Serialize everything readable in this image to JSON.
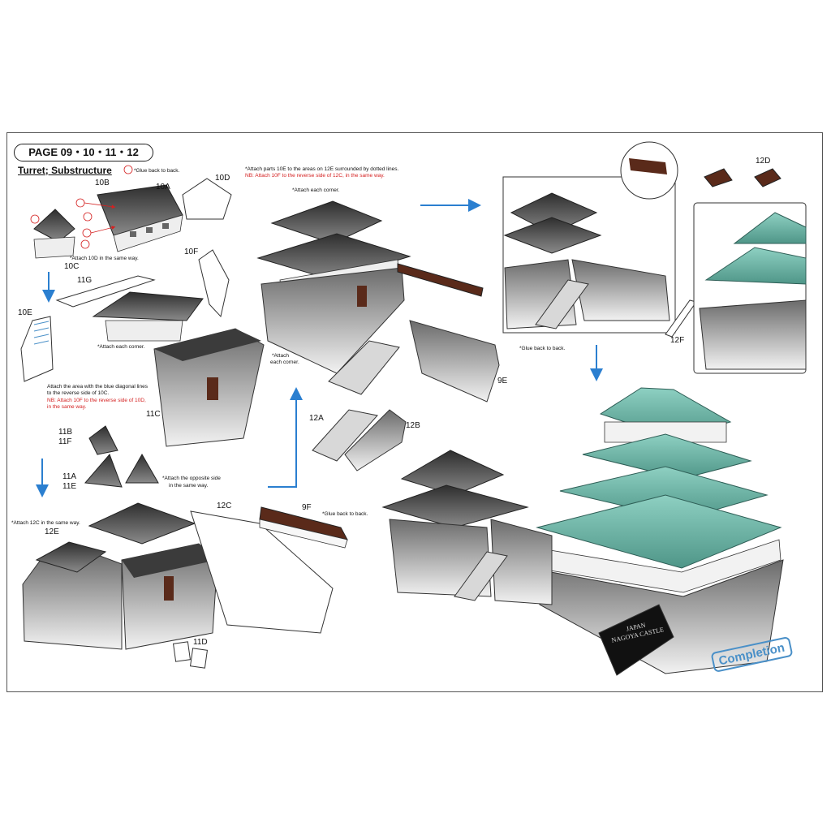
{
  "header": {
    "page_label": "PAGE 09・10・11・12",
    "section_title": "Turret; Substructure"
  },
  "parts": {
    "p10B": "10B",
    "p10A": "10A",
    "p10D": "10D",
    "p10C": "10C",
    "p10F": "10F",
    "p11G": "11G",
    "p10E": "10E",
    "p11C": "11C",
    "p11B": "11B",
    "p11F": "11F",
    "p11A": "11A",
    "p11E": "11E",
    "p12E": "12E",
    "p12C": "12C",
    "p9F": "9F",
    "p11D": "11D",
    "p12A": "12A",
    "p12B": "12B",
    "p9E": "9E",
    "p12D": "12D",
    "p12F": "12F"
  },
  "notes": {
    "glue_back_1": "*Glue back to back.",
    "attach_10d": "*Attach 10D in the same way.",
    "attach_each_corner_a": "*Attach each corner.",
    "blue_lines_1": "Attach the area with the blue diagonal lines",
    "blue_lines_2": "to the reverse side of 10C.",
    "nb_10f_1": "NB: Attach 10F to the reverse side of 10D,",
    "nb_10f_2": "in the same way.",
    "opposite_1": "*Attach the opposite side",
    "opposite_2": "in the same way.",
    "attach_12c": "*Attach 12C in the same way.",
    "glue_back_2": "*Glue back to back.",
    "attach_10e": "*Attach parts 10E to the areas on 12E surrounded by dotted lines.",
    "nb_12c": "NB: Attach 10F to the reverse side of 12C, in the same way.",
    "attach_each_corner_b": "*Attach each corner.",
    "attach_each_corner_c1": "*Attach",
    "attach_each_corner_c2": "each corner.",
    "glue_back_3": "*Glue back to back."
  },
  "completion": {
    "stamp": "Completion",
    "plaque_line1": "JAPAN",
    "plaque_line2": "NAGOYA CASTLE"
  },
  "colors": {
    "roof_dark": "#3a3a3a",
    "roof_green": "#5fa79a",
    "arrow_blue": "#2b7fd0",
    "callout_red": "#d42020"
  }
}
